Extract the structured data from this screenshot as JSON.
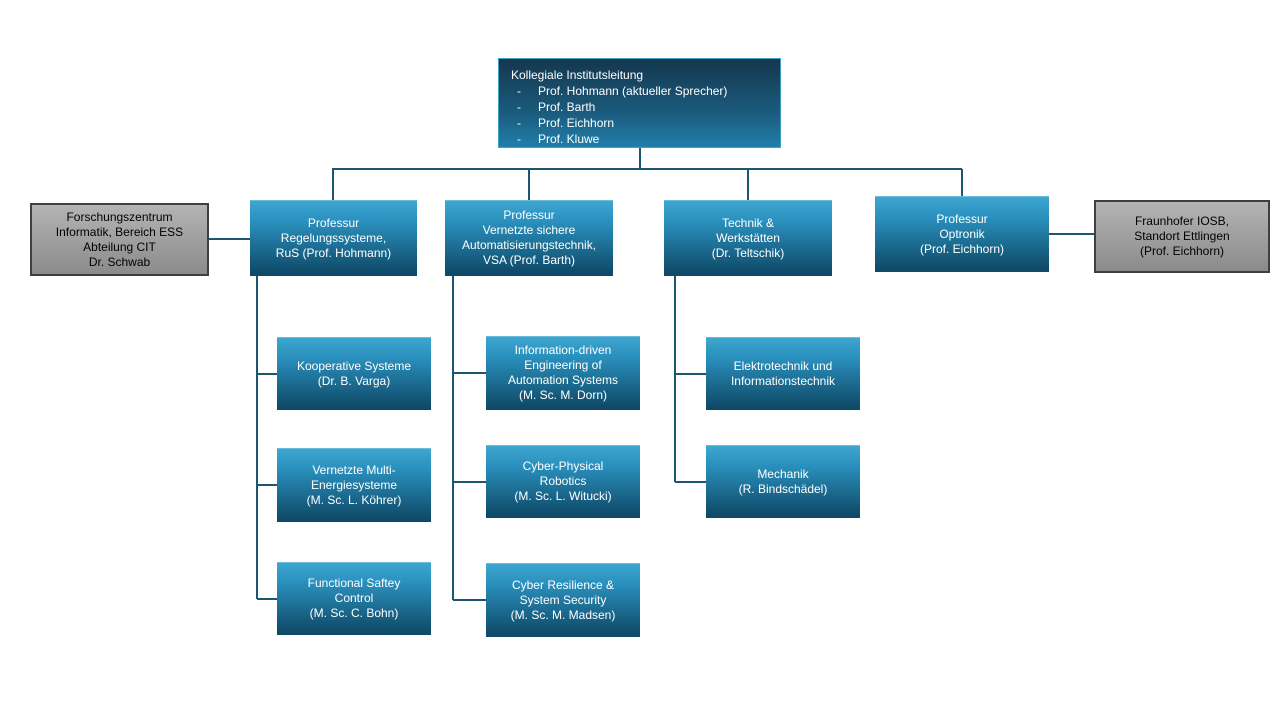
{
  "colors": {
    "blue_box_top": "#3ea7d2",
    "blue_box_mid": "#2a90bd",
    "blue_box_bottom": "#0f4a68",
    "root_box_top": "#14374d",
    "root_box_bottom": "#207fa9",
    "root_box_border": "#3f9fc7",
    "gray_box_top": "#b4b4b4",
    "gray_box_bottom": "#8b8b8b",
    "gray_box_border": "#3f3f3f",
    "connector": "#1d5670",
    "text_light": "#ffffff",
    "text_dark": "#000000"
  },
  "org": {
    "root": {
      "title": "Kollegiale Institutsleitung",
      "bullet": "-",
      "members": [
        "Prof. Hohmann (aktueller Sprecher)",
        "Prof. Barth",
        "Prof. Eichhorn",
        "Prof. Kluwe"
      ]
    },
    "partners": {
      "fzi": "Forschungszentrum\nInformatik, Bereich ESS\nAbteilung CIT\nDr. Schwab",
      "iosb": "Fraunhofer IOSB,\nStandort Ettlingen\n(Prof. Eichhorn)"
    },
    "units": {
      "rus": "Professur\nRegelungssysteme,\nRuS (Prof. Hohmann)",
      "vsa": "Professur\nVernetzte sichere\nAutomatisierungstechnik,\nVSA (Prof. Barth)",
      "technik": "Technik &\nWerkstätten\n(Dr. Teltschik)",
      "optronik": "Professur\nOptronik\n(Prof. Eichhorn)"
    },
    "groups": {
      "kooperative": "Kooperative Systeme\n(Dr. B. Varga)",
      "energie": "Vernetzte Multi-\nEnergiesysteme\n(M. Sc. L. Köhrer)",
      "functional": "Functional Saftey\nControl\n(M. Sc. C. Bohn)",
      "ide": "Information-driven\nEngineering of\nAutomation Systems\n(M. Sc. M. Dorn)",
      "cpr": "Cyber-Physical\nRobotics\n(M. Sc. L. Witucki)",
      "crss": "Cyber Resilience &\nSystem Security\n(M. Sc. M. Madsen)",
      "etit": "Elektrotechnik und\nInformationstechnik",
      "mechanik": "Mechanik\n(R. Bindschädel)"
    }
  }
}
